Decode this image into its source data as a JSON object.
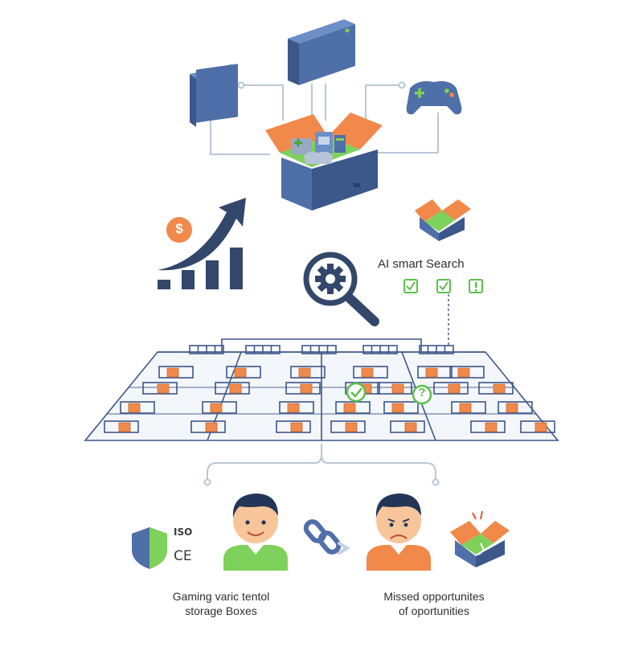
{
  "search": {
    "label": "AI smart Search"
  },
  "captions": {
    "left_line1": "Gaming varic tentol",
    "left_line2": "storage Boxes",
    "right_line1": "Missed opportunites",
    "right_line2": "of oportunities"
  },
  "badges": {
    "iso": "ISO",
    "ce": "CE"
  },
  "icons": {
    "dollar": "$",
    "check": "✓",
    "question": "?",
    "alert": "!"
  },
  "colors": {
    "blue": "#4f6fa8",
    "blue_dark": "#3c578a",
    "orange": "#f0894a",
    "green": "#7ed15a",
    "navy": "#33476b",
    "line": "#b9c6d6"
  }
}
